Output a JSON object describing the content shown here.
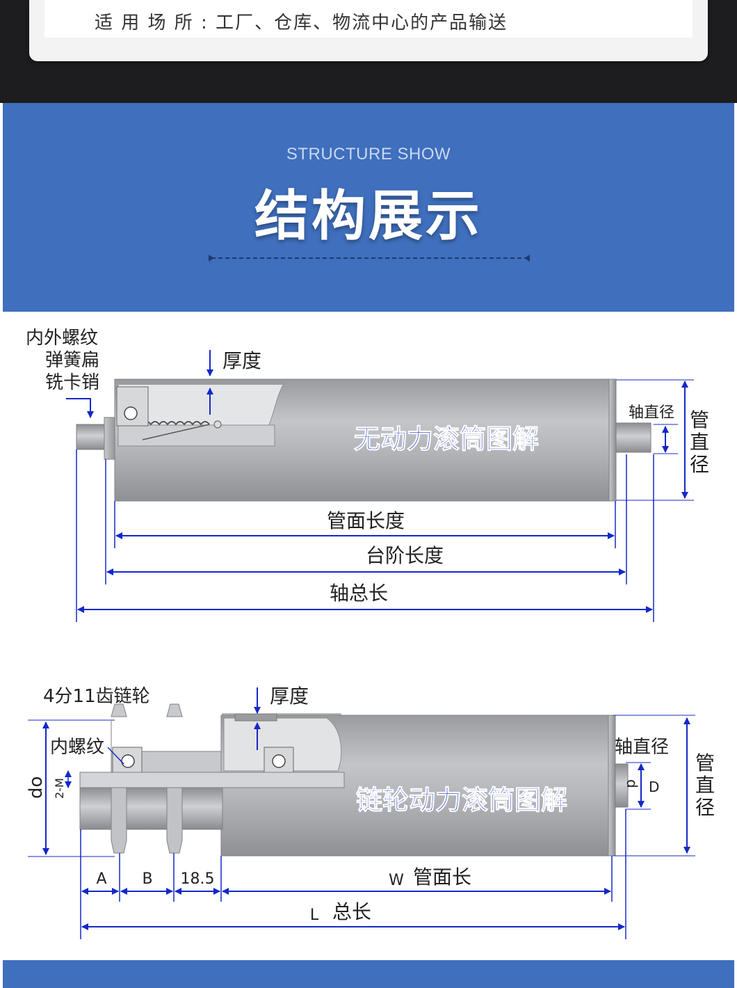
{
  "header": {
    "usage_text": "适 用 场 所 : 工厂、仓库、物流中心的产品输送"
  },
  "section": {
    "subtitle_en": "STRUCTURE SHOW",
    "title_cn": "结构展示"
  },
  "diagram1": {
    "title": "无动力滚筒图解",
    "label_pin_line1": "内外螺纹",
    "label_pin_line2": "弹簧扁",
    "label_pin_line3": "铣卡销",
    "label_thickness": "厚度",
    "label_shaft_diameter": "轴直径",
    "label_tube_diameter_1": "管",
    "label_tube_diameter_2": "直",
    "label_tube_diameter_3": "径",
    "label_tube_length": "管面长度",
    "label_step_length": "台阶长度",
    "label_shaft_total": "轴总长"
  },
  "diagram2": {
    "title": "链轮动力滚筒图解",
    "label_sprocket": "4分11齿链轮",
    "label_thickness": "厚度",
    "label_inner_thread": "内螺纹",
    "label_do": "do",
    "label_2m": "2-M",
    "label_shaft_diameter": "轴直径",
    "label_d": "d",
    "label_D": "D",
    "label_tube_diameter_1": "管",
    "label_tube_diameter_2": "直",
    "label_tube_diameter_3": "径",
    "label_A": "A",
    "label_B": "B",
    "label_185": "18.5",
    "label_W": "W",
    "label_tube_length": "管面长",
    "label_L": "L",
    "label_total": "总长"
  },
  "colors": {
    "dimension_blue": "#1428c8",
    "band_blue": "#3f6fbd",
    "roller_grey": "#a9aaad",
    "title_blue": "#2b46d6"
  }
}
